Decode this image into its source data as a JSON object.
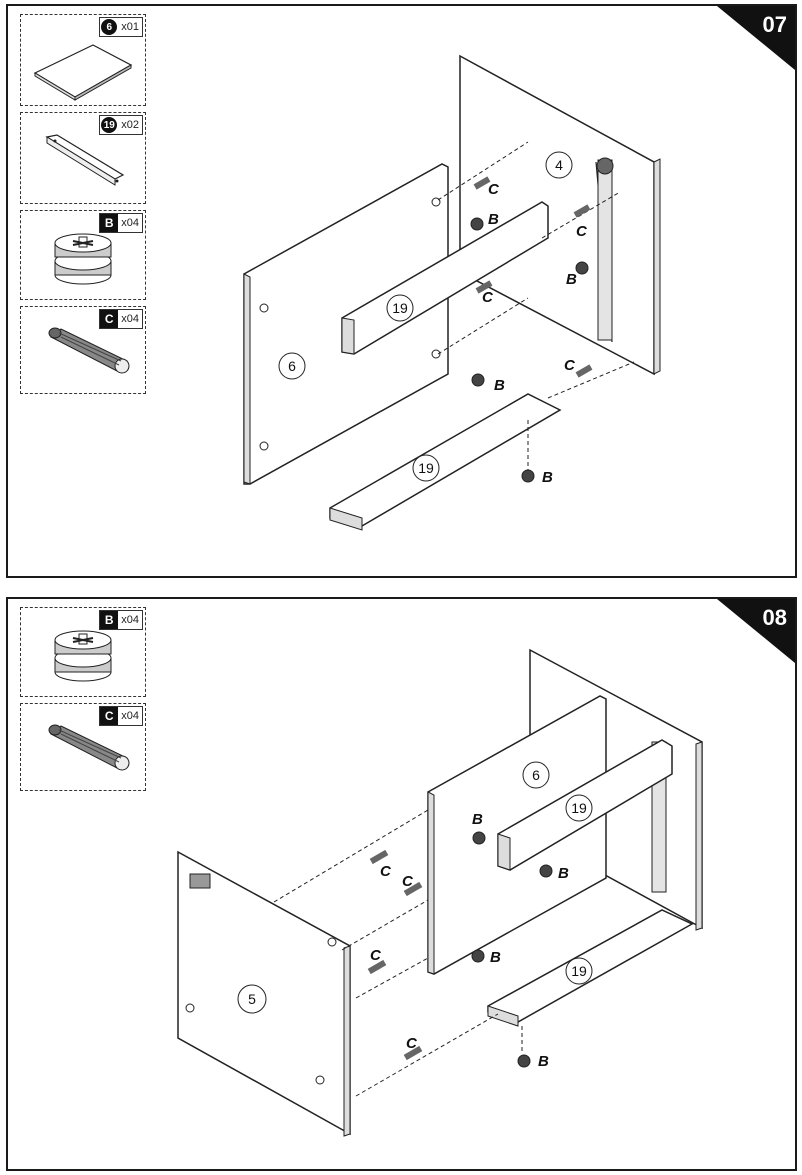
{
  "step07": {
    "number": "07",
    "parts": [
      {
        "code": "6",
        "qty": "x01",
        "style": "circle"
      },
      {
        "code": "19",
        "qty": "x02",
        "style": "circle"
      },
      {
        "code": "B",
        "qty": "x04",
        "style": "square"
      },
      {
        "code": "C",
        "qty": "x04",
        "style": "square"
      }
    ],
    "labels": {
      "panel_6": "6",
      "panel_4": "4",
      "rail_top": "19",
      "rail_bottom": "19",
      "cam": "B",
      "dowel": "C"
    }
  },
  "step08": {
    "number": "08",
    "parts": [
      {
        "code": "B",
        "qty": "x04",
        "style": "square"
      },
      {
        "code": "C",
        "qty": "x04",
        "style": "square"
      }
    ],
    "labels": {
      "panel_5": "5",
      "panel_6": "6",
      "rail_top": "19",
      "rail_bottom": "19",
      "cam": "B",
      "dowel": "C"
    }
  },
  "colors": {
    "ink": "#1a1a1a",
    "corner": "#111111",
    "paper": "#ffffff"
  }
}
